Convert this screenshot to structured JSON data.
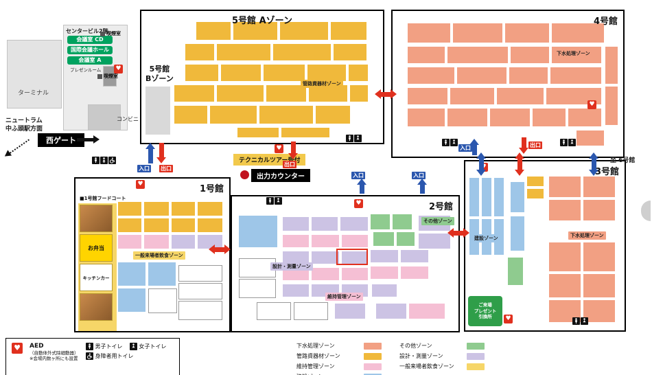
{
  "halls": {
    "h5": {
      "title": "5号館 Aゾーン",
      "side_label": "5号館\nBゾーン",
      "zone_badge": "管路資器材ゾーン"
    },
    "h4": {
      "title": "4号館",
      "zone_badge": "下水処理ゾーン"
    },
    "h3": {
      "title": "3号館",
      "zone_badge_construction": "建設ゾーン",
      "zone_badge_sewage": "下水処理ゾーン",
      "present_badge": "ご来場\nプレゼント\n引換所"
    },
    "h2": {
      "title": "2号館",
      "zone_badge_other": "その他ゾーン",
      "zone_badge_survey": "設計・測量ゾーン",
      "zone_badge_maintenance": "維持管理ゾーン"
    },
    "h1": {
      "title": "1号館",
      "zone_badge_dining": "一般来場者飲食ゾーン",
      "foodcourt_title": "■1号館フードコート",
      "foodcourt_items": [
        "お弁当",
        "キッチンカー"
      ]
    }
  },
  "building": {
    "center_label": "センタービル2階",
    "rooms": [
      "会議室 CD",
      "国際会議ホール",
      "会議室 A"
    ],
    "presentation_room": "プレゼンルーム",
    "smoking_room": "喫煙室",
    "terminal": "ターミナル",
    "convenience": "コンビニ"
  },
  "access": {
    "newtram_line1": "ニュートラム",
    "newtram_line2": "中ふ頭駅方面",
    "west_gate": "西ゲート",
    "to_hall6": "至 6号館"
  },
  "counters": {
    "technical_tour": "テクニカルツアー受付",
    "output_counter": "出力カウンター"
  },
  "arrows": {
    "entrance": "入口",
    "exit": "出口"
  },
  "legend": {
    "aed_label": "AED",
    "aed_sub": "（自動体外式除細動器）",
    "aed_note": "※会場内数ヶ所にも設置",
    "toilet_male": "男子トイレ",
    "toilet_female": "女子トイレ",
    "toilet_accessible": "身障者用トイレ",
    "zones": [
      {
        "key": "sewage",
        "name": "下水処理ゾーン",
        "color": "#F2A083"
      },
      {
        "key": "pipe",
        "name": "管路資器材ゾーン",
        "color": "#F0B93B"
      },
      {
        "key": "maintenance",
        "name": "維持管理ゾーン",
        "color": "#F5BFD4"
      },
      {
        "key": "construction",
        "name": "建設ゾーン",
        "color": "#9EC6E8"
      },
      {
        "key": "other",
        "name": "その他ゾーン",
        "color": "#8FCB8F"
      },
      {
        "key": "survey",
        "name": "設計・測量ゾーン",
        "color": "#CCC3E4"
      },
      {
        "key": "dining",
        "name": "一般来場者飲食ゾーン",
        "color": "#F6D668"
      }
    ]
  }
}
